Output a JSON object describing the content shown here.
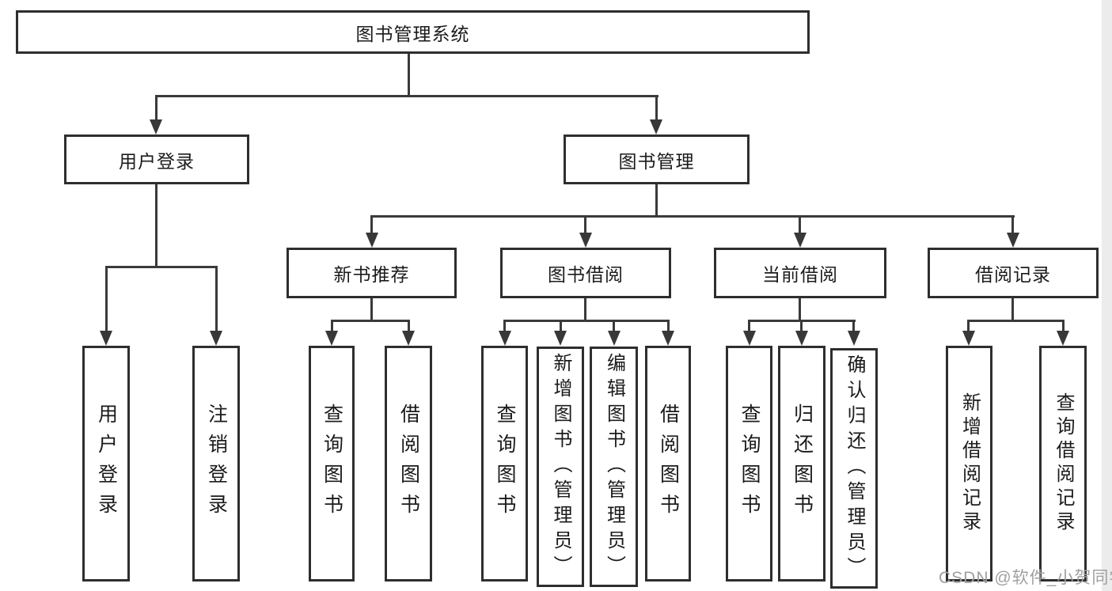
{
  "title": "图书管理系统",
  "watermark": "CSDN @软件_小贺同学",
  "colors": {
    "border": "#2e2e2e",
    "line": "#3a3a3a",
    "text": "#1b1b1b",
    "watermark": "#a0a0a0",
    "right_band": "#ececec",
    "background": "#ffffff"
  },
  "tree": {
    "root": "图书管理系统",
    "branches": [
      {
        "label": "用户登录",
        "children": [
          "用户登录",
          "注销登录"
        ]
      },
      {
        "label": "图书管理",
        "sub": [
          {
            "label": "新书推荐",
            "children": [
              "查询图书",
              "借阅图书"
            ]
          },
          {
            "label": "图书借阅",
            "children": [
              "查询图书",
              "新增图书（管理员）",
              "编辑图书（管理员）",
              "借阅图书"
            ]
          },
          {
            "label": "当前借阅",
            "children": [
              "查询图书",
              "归还图书",
              "确认归还（管理员）"
            ]
          },
          {
            "label": "借阅记录",
            "children": [
              "新增借阅记录",
              "查询借阅记录"
            ]
          }
        ]
      }
    ]
  }
}
